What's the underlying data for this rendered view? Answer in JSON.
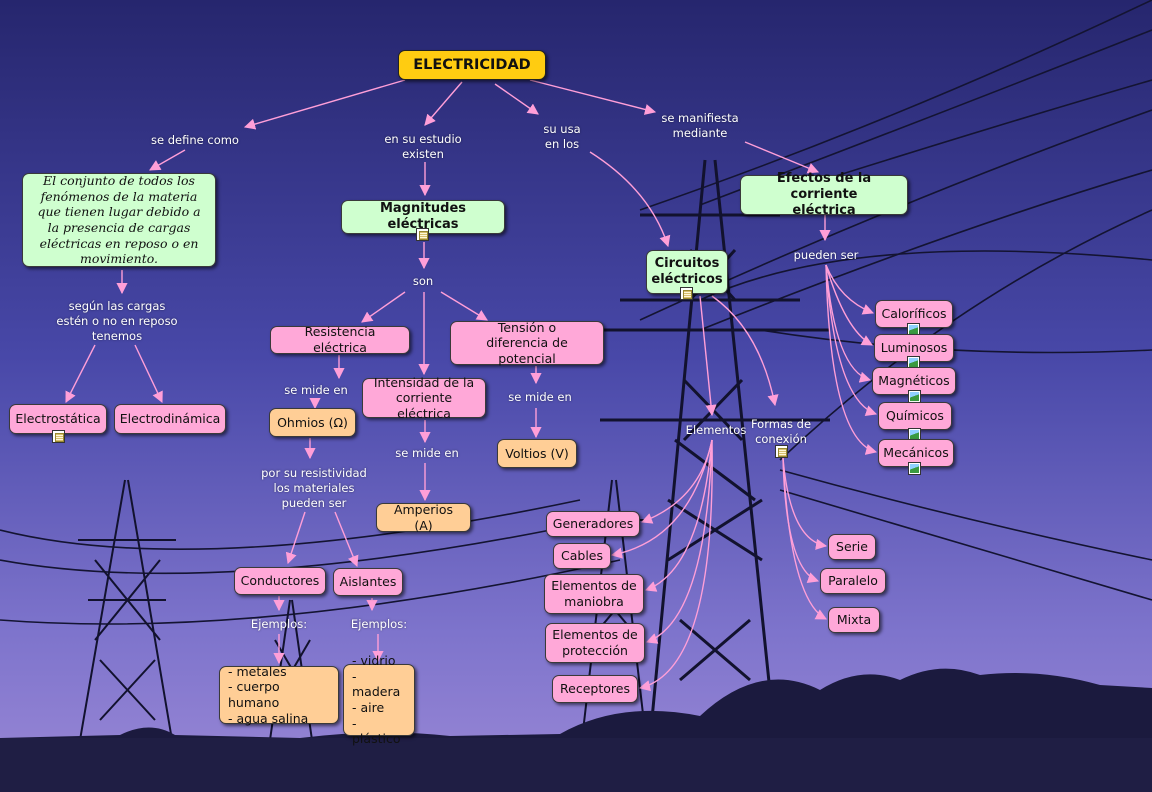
{
  "title": "ELECTRICIDAD",
  "colors": {
    "link": "#ff9fd8",
    "pink_node": "#ffa8d8",
    "green_node": "#cfffcf",
    "peach_node": "#ffce96",
    "title_node": "#ffcc11",
    "sky_top": "#2a2a78",
    "sky_bottom": "#9a8ad8"
  },
  "nodes": {
    "definition": "El conjunto de todos los fenómenos de la materia que tienen lugar debido a la presencia de cargas eléctricas en reposo o en movimiento.",
    "magnitudes": "Magnitudes eléctricas",
    "circuitos": "Circuitos\neléctricos",
    "efectos": "Efectos de la corriente\neléctrica",
    "electrostatica": "Electrostática",
    "electrodinamica": "Electrodinámica",
    "resistencia": "Resistencia eléctrica",
    "tension": "Tensión o\ndiferencia de potencial",
    "intensidad": "Intensidad de la\ncorriente eléctrica",
    "ohmios": "Ohmios (Ω)",
    "voltios": "Voltios (V)",
    "amperios": "Amperios (A)",
    "conductores": "Conductores",
    "aislantes": "Aislantes",
    "conductores_ejemplos": "- metales\n- cuerpo humano\n- agua salina",
    "aislantes_ejemplos": "- vidrio\n- madera\n- aire\n- plástico",
    "generadores": "Generadores",
    "cables": "Cables",
    "maniobra": "Elementos de\nmaniobra",
    "proteccion": "Elementos de\nprotección",
    "receptores": "Receptores",
    "serie": "Serie",
    "paralelo": "Paralelo",
    "mixta": "Mixta",
    "caloricos": "Caloríficos",
    "luminosos": "Luminosos",
    "magneticos": "Magnéticos",
    "quimicos": "Químicos",
    "mecanicos": "Mecánicos"
  },
  "labels": {
    "se_define": "se define como",
    "estudio": "en su estudio\nexisten",
    "uso": "su usa\nen los",
    "manifiesta": "se manifiesta\nmediante",
    "segun": "según las cargas\nestén o no en reposo\ntenemos",
    "son": "son",
    "mide1": "se mide en",
    "mide2": "se mide en",
    "mide3": "se mide en",
    "resistividad": "por su resistividad\nlos materiales\npueden ser",
    "ejemplos1": "Ejemplos:",
    "ejemplos2": "Ejemplos:",
    "elementos": "Elementos",
    "formas": "Formas de\nconexión",
    "pueden": "pueden ser"
  },
  "icons": {
    "magnitudes": "document-icon",
    "circuitos": "document-icon",
    "electrostatica": "document-icon",
    "formas": "document-icon",
    "efectos": "image-icon"
  }
}
